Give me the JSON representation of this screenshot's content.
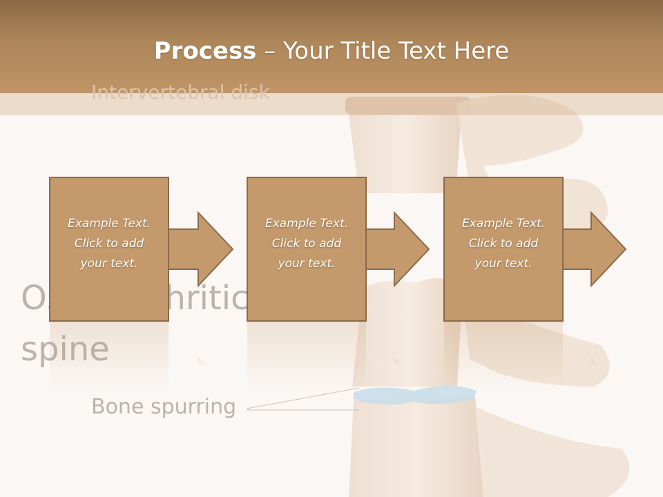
{
  "title": {
    "bold": "Process",
    "rest": " – Your Title Text Here"
  },
  "background_text": {
    "heading_line1": "Osteoarthritic",
    "heading_line2": "spine",
    "label": "Bone spurring",
    "faded_top_label": "Intervertebral disk"
  },
  "steps": [
    {
      "line1": "Example Text.",
      "line2": "Click  to add",
      "line3": "your text."
    },
    {
      "line1": "Example Text.",
      "line2": "Click  to add",
      "line3": "your text."
    },
    {
      "line1": "Example Text.",
      "line2": "Click  to add",
      "line3": "your text."
    }
  ],
  "colors": {
    "box": "#c49a6c",
    "box_border": "#8a6a4a",
    "title_bar": "#ad8659"
  }
}
